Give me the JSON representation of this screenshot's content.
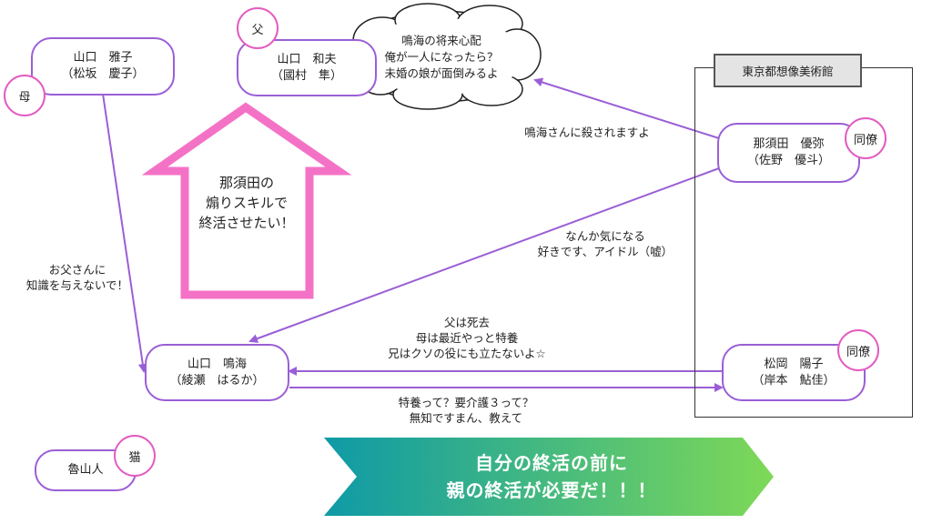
{
  "nodes": {
    "masako": {
      "line1": "山口　雅子",
      "line2": "（松坂　慶子）"
    },
    "kazuo": {
      "line1": "山口　和夫",
      "line2": "（國村　隼）"
    },
    "nasuda": {
      "line1": "那須田　優弥",
      "line2": "（佐野　優斗）"
    },
    "narumi": {
      "line1": "山口　鳴海",
      "line2": "（綾瀬　はるか）"
    },
    "matsuoka": {
      "line1": "松岡　陽子",
      "line2": "（岸本　鮎佳）"
    },
    "rosanjin": {
      "line1": "魯山人"
    }
  },
  "badges": {
    "mother": "母",
    "father": "父",
    "colleague1": "同僚",
    "colleague2": "同僚",
    "cat": "猫"
  },
  "thought_cloud": [
    "鳴海の将来心配",
    "俺が一人になったら？",
    "未婚の娘が面倒みるよ"
  ],
  "house_text": [
    "那須田の",
    "煽りスキルで",
    "終活させたい！"
  ],
  "museum": {
    "label": "東京都想像美術館"
  },
  "edge_labels": {
    "mother_to_narumi": [
      "お父さんに",
      "知識を与えないで！"
    ],
    "nasuda_to_kazuo": [
      "鳴海さんに殺されますよ"
    ],
    "nasuda_to_narumi": [
      "なんか気になる",
      "好きです、アイドル（嘘）"
    ],
    "matsuoka_to_narumi": [
      "父は死去",
      "母は最近やっと特養",
      "兄はクソの役にも立たないよ☆"
    ],
    "narumi_to_matsuoka": [
      "特養って？要介護３って？",
      "無知ですまん、教えて"
    ]
  },
  "banner": [
    "自分の終活の前に",
    "親の終活が必要だ！！！"
  ],
  "colors": {
    "node_border": "#9a5fd6",
    "badge_border": "#e35bc1",
    "house_outline": "#f472c6",
    "arrow": "#9a5fd6",
    "banner_start": "#0e9aa7",
    "banner_end": "#7ed957"
  }
}
